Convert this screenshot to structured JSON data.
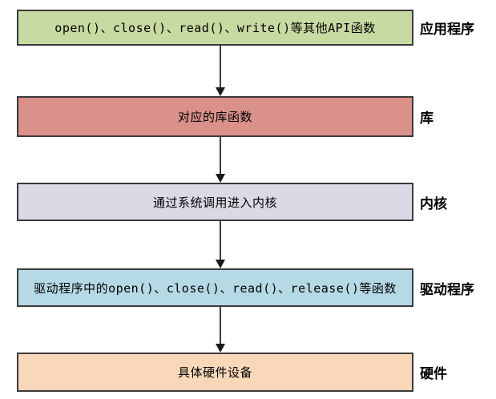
{
  "diagram": {
    "description": "Linux driver call flow diagram",
    "colors": {
      "border": "#3a3a3a",
      "arrow": "#1a1a1a",
      "background": "#ffffff",
      "text": "#000000"
    },
    "rows": [
      {
        "box_text": "open()、close()、read()、write()等其他API函数",
        "side_label": "应用程序",
        "fill": "#c7daa2"
      },
      {
        "box_text": "对应的库函数",
        "side_label": "库",
        "fill": "#d9918a"
      },
      {
        "box_text": "通过系统调用进入内核",
        "side_label": "内核",
        "fill": "#dcd8e4"
      },
      {
        "box_text": "驱动程序中的open()、close()、read()、release()等函数",
        "side_label": "驱动程序",
        "fill": "#b5dae6"
      },
      {
        "box_text": "具体硬件设备",
        "side_label": "硬件",
        "fill": "#f9d8ba"
      }
    ]
  }
}
